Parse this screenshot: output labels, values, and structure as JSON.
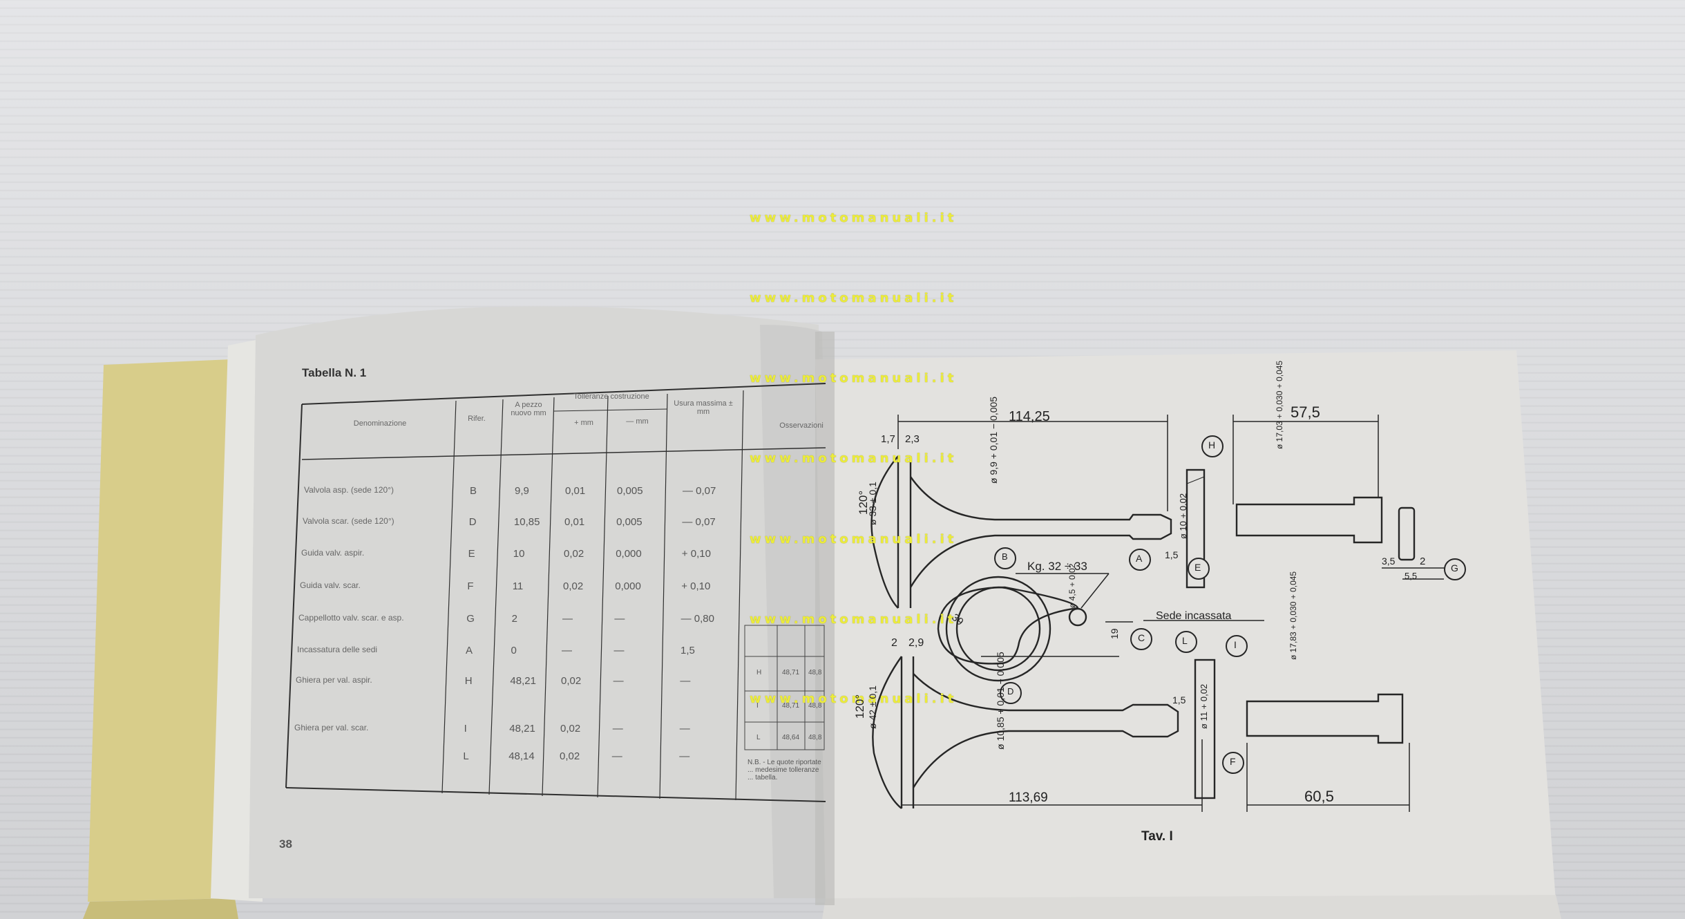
{
  "watermarks": [
    "www.motomanuali.it",
    "www.motomanuali.it",
    "www.motomanuali.it",
    "www.motomanuali.it",
    "www.motomanuali.it",
    "www.motomanuali.it",
    "www.motomanuali.it"
  ],
  "left_page": {
    "table_title": "Tabella N. 1",
    "page_number": "38",
    "headers": {
      "denominazione": "Denominazione",
      "rif": "Rifer.",
      "pezzo_nuovo": "A pezzo nuovo mm",
      "tolleranze": "Tolleranze costruzione",
      "plus": "+ mm",
      "minus": "— mm",
      "usura": "Usura massima ± mm",
      "osservazioni": "Osservazioni"
    },
    "rows": [
      {
        "name": "Valvola asp. (sede 120°)",
        "ref": "B",
        "val": "9,9",
        "tplus": "0,01",
        "tminus": "0,005",
        "usura": "— 0,07"
      },
      {
        "name": "Valvola scar. (sede 120°)",
        "ref": "D",
        "val": "10,85",
        "tplus": "0,01",
        "tminus": "0,005",
        "usura": "— 0,07"
      },
      {
        "name": "Guida valv. aspir.",
        "ref": "E",
        "val": "10",
        "tplus": "0,02",
        "tminus": "0,000",
        "usura": "+ 0,10"
      },
      {
        "name": "Guida valv. scar.",
        "ref": "F",
        "val": "11",
        "tplus": "0,02",
        "tminus": "0,000",
        "usura": "+ 0,10"
      },
      {
        "name": "Cappellotto valv. scar. e asp.",
        "ref": "G",
        "val": "2",
        "tplus": "—",
        "tminus": "—",
        "usura": "— 0,80"
      },
      {
        "name": "Incassatura delle sedi",
        "ref": "A",
        "val": "0",
        "tplus": "—",
        "tminus": "—",
        "usura": "1,5"
      },
      {
        "name": "Ghiera per val. aspir.",
        "ref": "H",
        "val": "48,21",
        "tplus": "0,02",
        "tminus": "—",
        "usura": "—"
      },
      {
        "name": "Ghiera per val. scar.",
        "ref": "I",
        "val": "48,21",
        "tplus": "0,02",
        "tminus": "—",
        "usura": "—"
      },
      {
        "name": "",
        "ref": "L",
        "val": "48,14",
        "tplus": "0,02",
        "tminus": "—",
        "usura": "—"
      }
    ],
    "inner_table": [
      {
        "ref": "H",
        "v1": "48,71",
        "v2": "48,8"
      },
      {
        "ref": "I",
        "v1": "48,71",
        "v2": "48,8"
      },
      {
        "ref": "L",
        "v1": "48,64",
        "v2": "48,8"
      }
    ],
    "note": "N.B. - Le quote riportate ... medesime tolleranze ... tabella."
  },
  "right_page": {
    "caption": "Tav. I",
    "labels": {
      "len_top": "114,25",
      "len_bottom": "113,69",
      "guide_top": "57,5",
      "guide_bottom": "60,5",
      "d1": "1,7",
      "d2": "2,3",
      "d3": "2",
      "d4": "2,9",
      "angle_top": "120°",
      "angle_bottom": "120°",
      "stem_top": "ø 9,9 + 0,01 − 0,005",
      "stem_bottom": "ø 10,85 + 0,01 − 0,005",
      "head_top": "ø 33 ± 0,1",
      "head_bottom": "ø 42 ± 0,1",
      "spring": "Kg. 32 ÷ 33",
      "spring_d": "39",
      "spring_w": "ø 4,5 + 0,02",
      "spring_h": "19",
      "guide_int_top": "ø 10 + 0,02",
      "guide_int_bottom": "ø 11 + 0,02",
      "guide_ext_top": "ø 17,03 + 0,030 + 0,045",
      "guide_ext_bottom": "ø 17,83 + 0,030 + 0,045",
      "seat_depth_top": "1,5",
      "seat_depth_bottom": "1,5",
      "cap_a": "3,5",
      "cap_b": "2",
      "cap_c": "5,5",
      "sede": "Sede incassata",
      "callout_H": "H",
      "callout_B": "B",
      "callout_A": "A",
      "callout_E": "E",
      "callout_C": "C",
      "callout_L": "L",
      "callout_I": "I",
      "callout_D": "D",
      "callout_F": "F",
      "callout_G": "G"
    }
  },
  "colors": {
    "cover": "#d9cf8c",
    "page_left": "#d6d6d4",
    "page_right": "#e2e1de",
    "watermark": "#ecec3a",
    "ink": "#333333"
  }
}
